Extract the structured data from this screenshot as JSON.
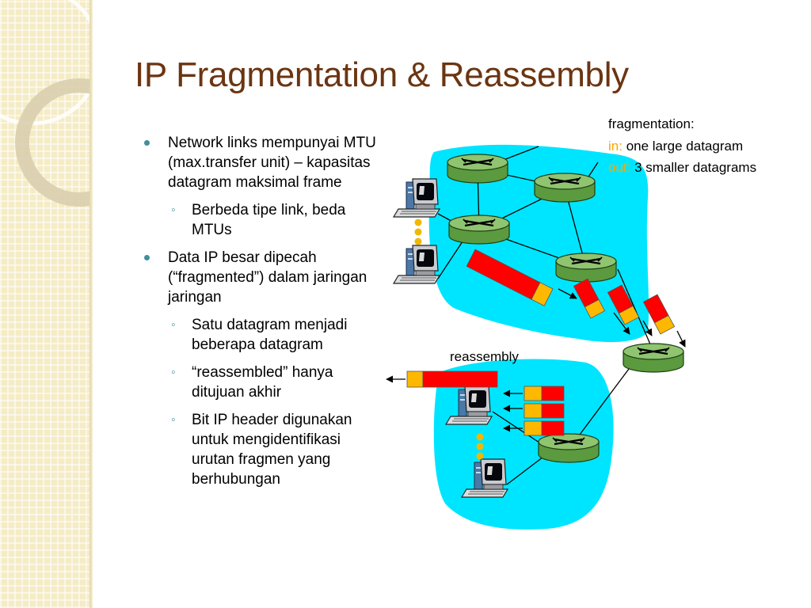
{
  "slide": {
    "title": "IP Fragmentation & Reassembly"
  },
  "bullets": [
    {
      "text": "Network links mempunyai MTU (max.transfer unit) – kapasitas datagram maksimal frame",
      "sub": [
        "Berbeda tipe link, beda MTUs"
      ]
    },
    {
      "text": "Data IP besar dipecah (“fragmented”) dalam jaringan jaringan",
      "sub": [
        "Satu datagram menjadi beberapa datagram",
        "“reassembled” hanya ditujuan akhir",
        "Bit IP header digunakan untuk mengidentifikasi urutan fragmen yang berhubungan"
      ]
    }
  ],
  "diagram": {
    "fragmentation_label": "fragmentation:",
    "in_label": "in:",
    "in_text": " one large datagram",
    "out_label": "out:",
    "out_text": " 3 smaller datagrams",
    "reassembly_label": "reassembly"
  },
  "colors": {
    "title": "#6b3512",
    "bullet_marker": "#3f8f9c",
    "cloud": "#00e5ff",
    "router_top": "#8fc470",
    "router_side": "#5b9a3e",
    "datagram_body": "#ff0000",
    "datagram_header": "#ffb800",
    "highlight_text": "#ffa500"
  }
}
